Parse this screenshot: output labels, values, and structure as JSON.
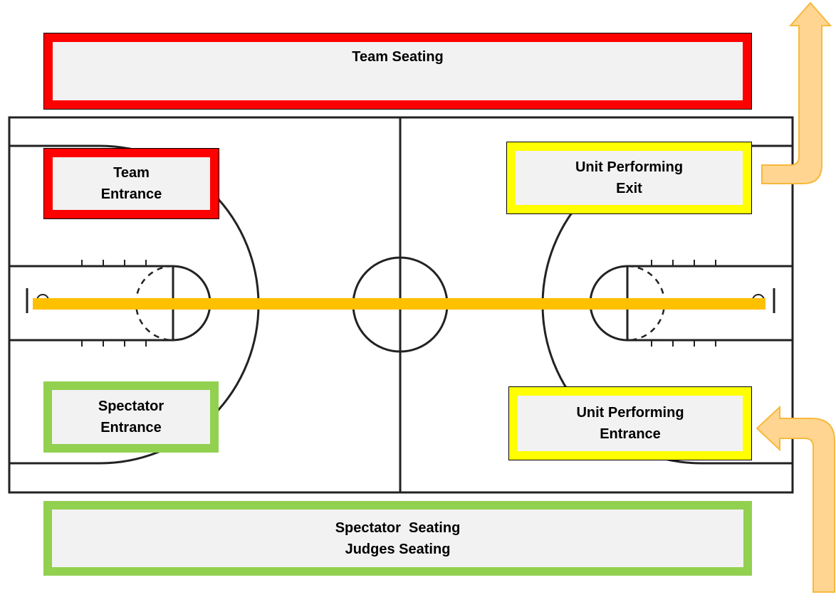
{
  "labels": {
    "team_seating": "Team Seating",
    "team_entrance": [
      "Team",
      "Entrance"
    ],
    "unit_exit": [
      "Unit Performing",
      "Exit"
    ],
    "spectator_entrance": [
      "Spectator",
      "Entrance"
    ],
    "unit_entrance": [
      "Unit Performing",
      "Entrance"
    ],
    "bottom_seating": [
      "Spectator  Seating",
      "Judges Seating"
    ]
  },
  "colors": {
    "team": "#ff0000",
    "spectator": "#92d050",
    "unit": "#ffff00",
    "arrow_fill": "#ffd591",
    "arrow_stroke": "#f6b93b",
    "midline": "#ffc000",
    "box_fill": "#f2f2f2"
  },
  "icons": {
    "exit_arrow": "arrow-up-exit-icon",
    "entrance_arrow": "arrow-left-entrance-icon"
  }
}
